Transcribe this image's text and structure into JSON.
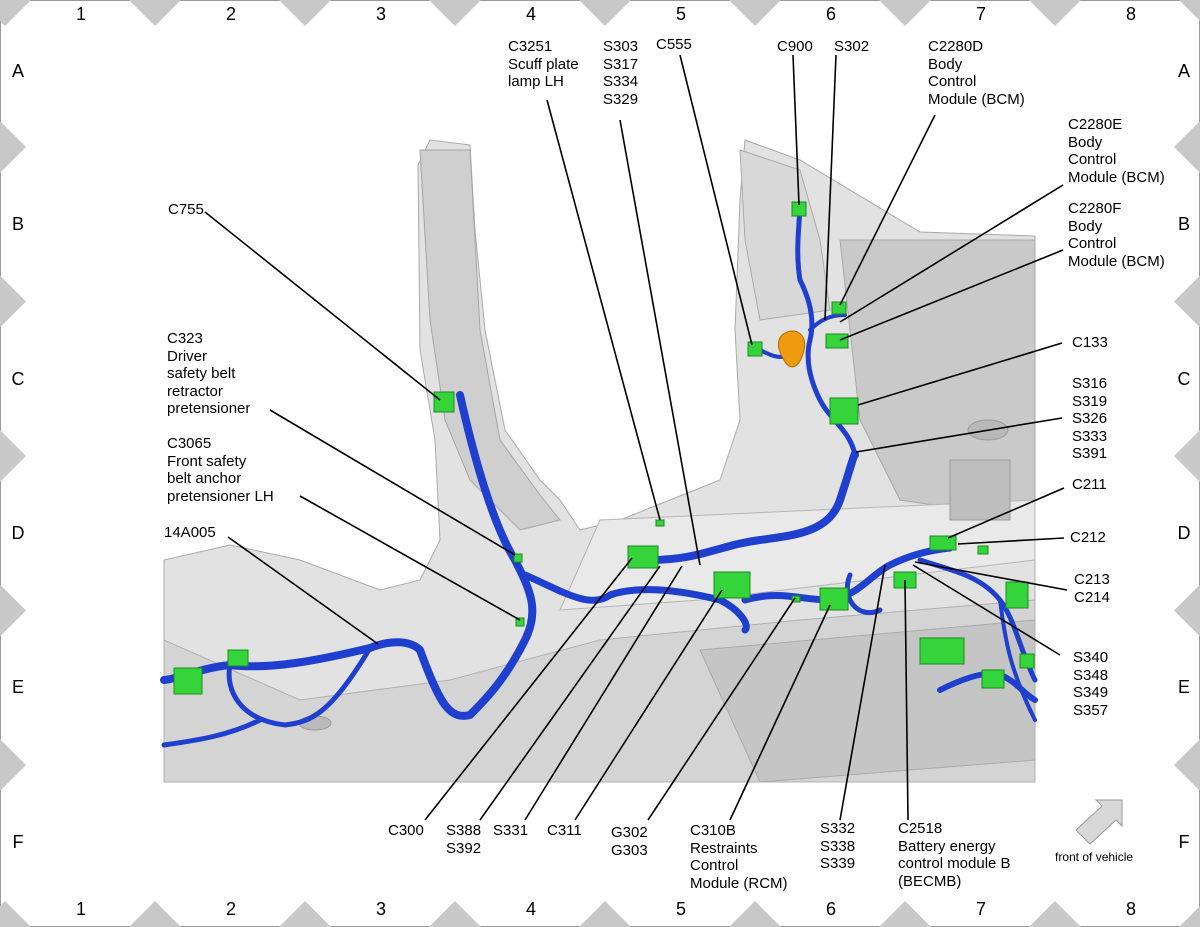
{
  "grid": {
    "columns": [
      "1",
      "2",
      "3",
      "4",
      "5",
      "6",
      "7",
      "8"
    ],
    "rows": [
      "A",
      "B",
      "C",
      "D",
      "E",
      "F"
    ]
  },
  "labels": {
    "c3251": "C3251\nScuff plate\nlamp LH",
    "s303": "S303\nS317\nS334\nS329",
    "c555": "C555",
    "c900": "C900",
    "s302": "S302",
    "c2280d": "C2280D\nBody\nControl\nModule (BCM)",
    "c2280e": "C2280E\nBody\nControl\nModule (BCM)",
    "c2280f": "C2280F\nBody\nControl\nModule (BCM)",
    "c755": "C755",
    "c323": "C323\nDriver\nsafety belt\nretractor\npretensioner",
    "c133": "C133",
    "s316": "S316\nS319\nS326\nS333\nS391",
    "c3065": "C3065\nFront safety\nbelt anchor\npretensioner LH",
    "c211": "C211",
    "c212": "C212",
    "c213": "C213\nC214",
    "a14005": "14A005",
    "s340": "S340\nS348\nS349\nS357",
    "c300": "C300",
    "s388": "S388\nS392",
    "s331": "S331",
    "c311": "C311",
    "g302": "G302\nG303",
    "c310b": "C310B\nRestraints\nControl\nModule (RCM)",
    "s332": "S332\nS338\nS339",
    "c2518": "C2518\nBattery energy\ncontrol module B\n(BECMB)"
  },
  "front_of_vehicle": "front of vehicle",
  "colors": {
    "harness": "#1f3fcf",
    "harness_dark": "#142a9a",
    "connector": "#35d43a",
    "orange_clip": "#f09a10",
    "body_panel": "#dcdcdc",
    "border_triangle": "#c8c8c8"
  }
}
